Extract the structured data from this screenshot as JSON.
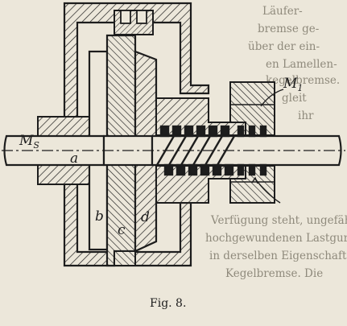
{
  "figure": {
    "caption": "Fig. 8.",
    "labels": {
      "ms": "M",
      "ms_sub": "S",
      "m1": "M",
      "m1_sub": "1",
      "a": "a",
      "b": "b",
      "c": "c",
      "d": "d"
    }
  },
  "background_text": {
    "right_column": [
      "Läufer-",
      "bremse ge-",
      "über der ein-",
      "en Lamellen-",
      "kegelbremse.",
      "gleit",
      "ihr"
    ],
    "bottom_lines": [
      "Verfügung steht, ungefähr gleich",
      "hochgewundenen Lastgurte, Lieder",
      "in derselben Eigenschaft wie die e",
      "Kegelbremse. Die"
    ]
  },
  "colors": {
    "paper": "#ece7da",
    "ink": "#1d1d1d",
    "faint_text": "#8f8a7c"
  }
}
